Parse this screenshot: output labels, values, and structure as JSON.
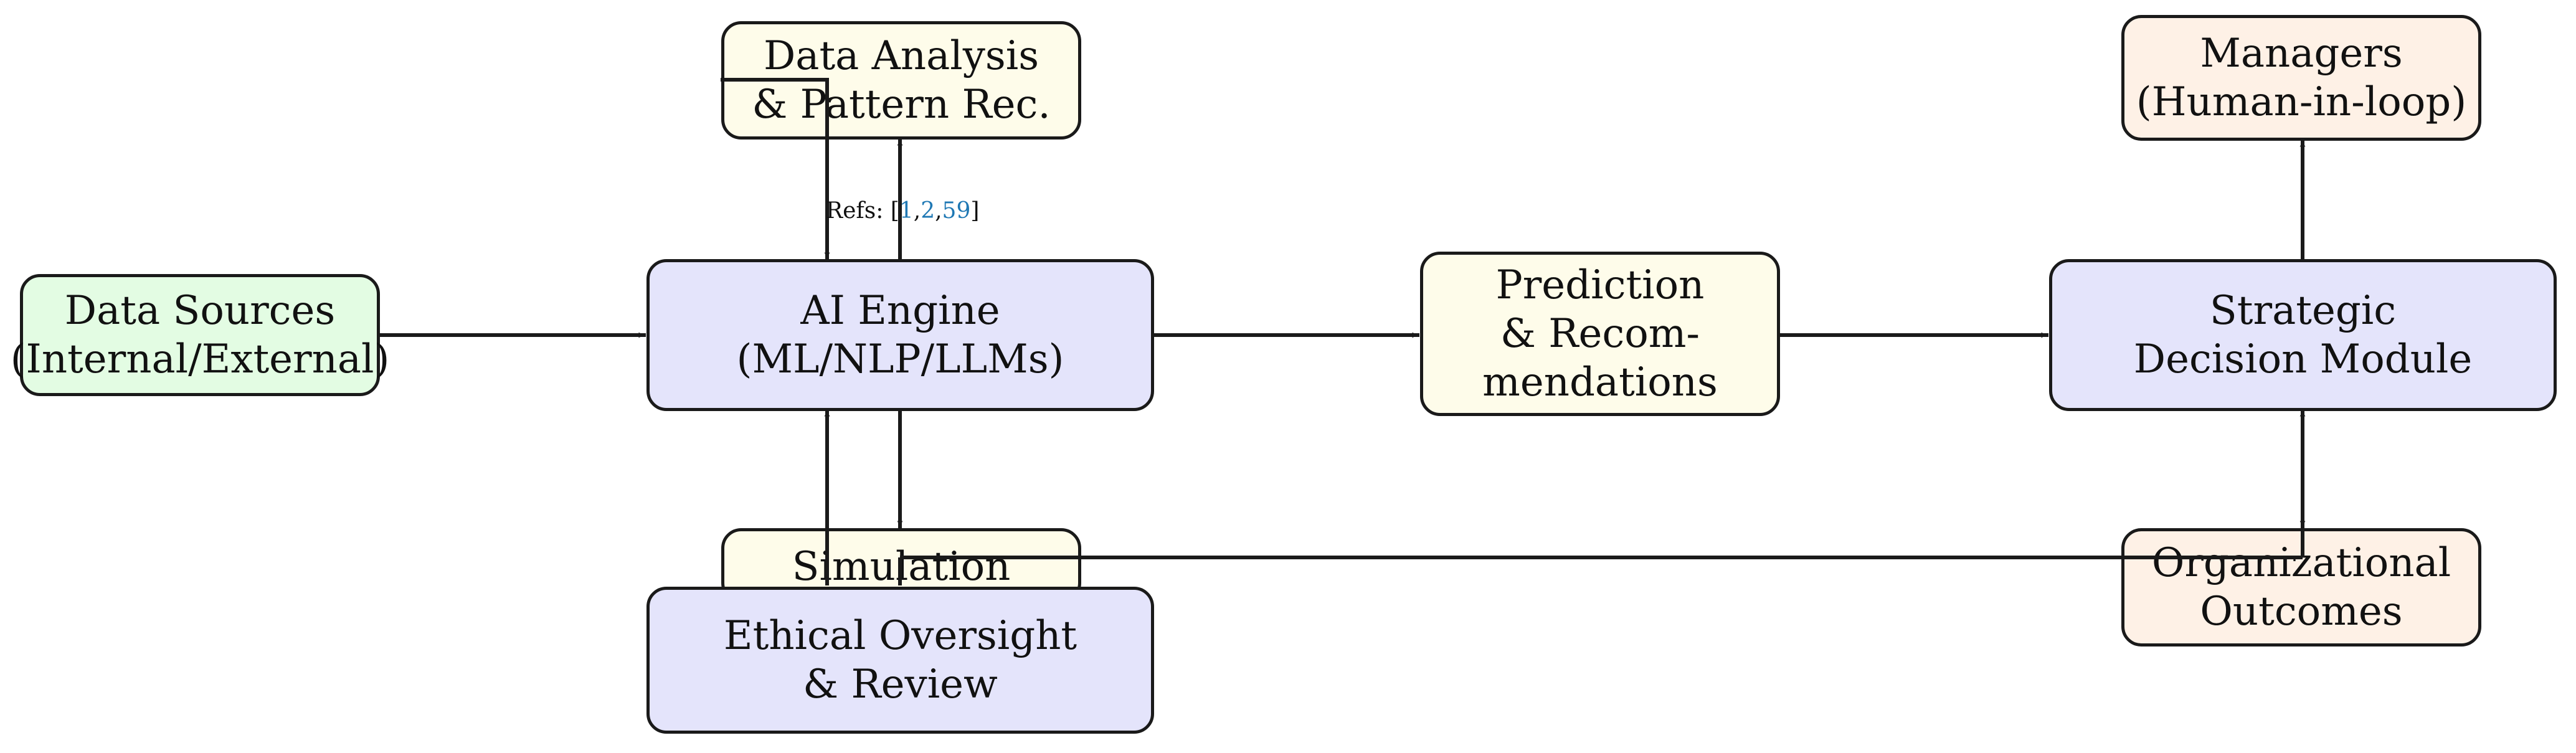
{
  "colors": {
    "green_fill": "#e3fce3",
    "yellow_fill": "#fefcea",
    "blue_fill": "#e4e4fb",
    "orange_fill": "#fef1e6",
    "line": "#1a1a1a",
    "link": "#1f78b4"
  },
  "nodes": {
    "data_sources": {
      "line1": "Data Sources",
      "line2": "(Internal/External)"
    },
    "data_analysis": {
      "line1": "Data Analysis",
      "line2": "& Pattern Rec."
    },
    "ai_engine": {
      "line1": "AI Engine",
      "line2": "(ML/NLP/LLMs)"
    },
    "prediction": {
      "line1": "Prediction",
      "line2": "& Recom-",
      "line3": "mendations"
    },
    "strategic": {
      "line1": "Strategic",
      "line2": "Decision Module"
    },
    "managers": {
      "line1": "Managers",
      "line2": "(Human-in-loop)"
    },
    "simulation": {
      "line1": "Simulation"
    },
    "ethical": {
      "line1": "Ethical Oversight",
      "line2": "& Review"
    },
    "outcomes": {
      "line1": "Organizational",
      "line2": "Outcomes"
    }
  },
  "refs": {
    "prefix": "Refs: [",
    "ref1": "1",
    "sep1": ",",
    "ref2": "2",
    "sep2": ",",
    "ref3": "59",
    "suffix": "]"
  }
}
